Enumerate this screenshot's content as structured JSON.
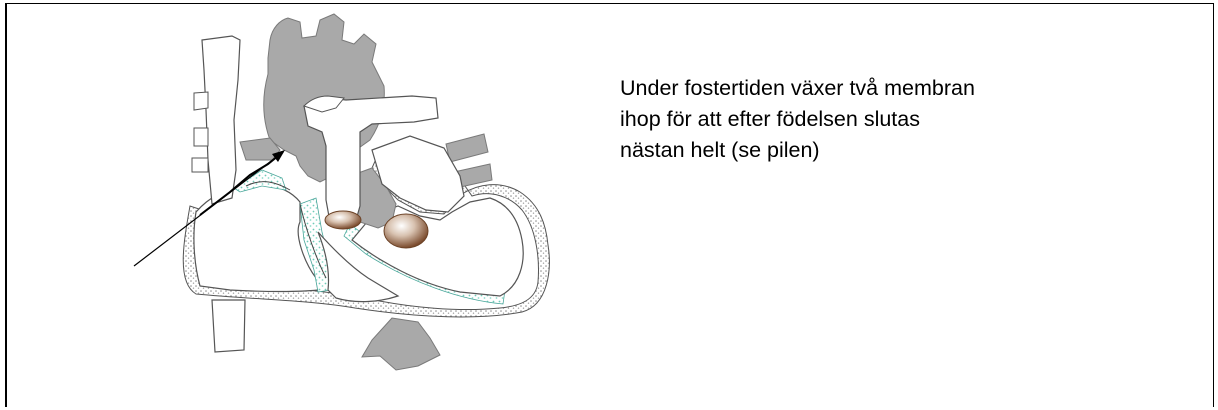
{
  "caption": {
    "lines": [
      "Under fostertiden växer två membran",
      "ihop för att efter födelsen slutas",
      "nästan helt (se pilen)"
    ]
  },
  "colors": {
    "vessel_gray": "#a9a9a9",
    "vessel_outline": "#7a7a7a",
    "membrane_stipple": "#9a9a9a",
    "septum_teal": "#7fd3c2",
    "valve_brown": "#8a5a3c",
    "line_black": "#000000"
  },
  "icons": [
    "heart-diagram",
    "arrow-pointer"
  ]
}
